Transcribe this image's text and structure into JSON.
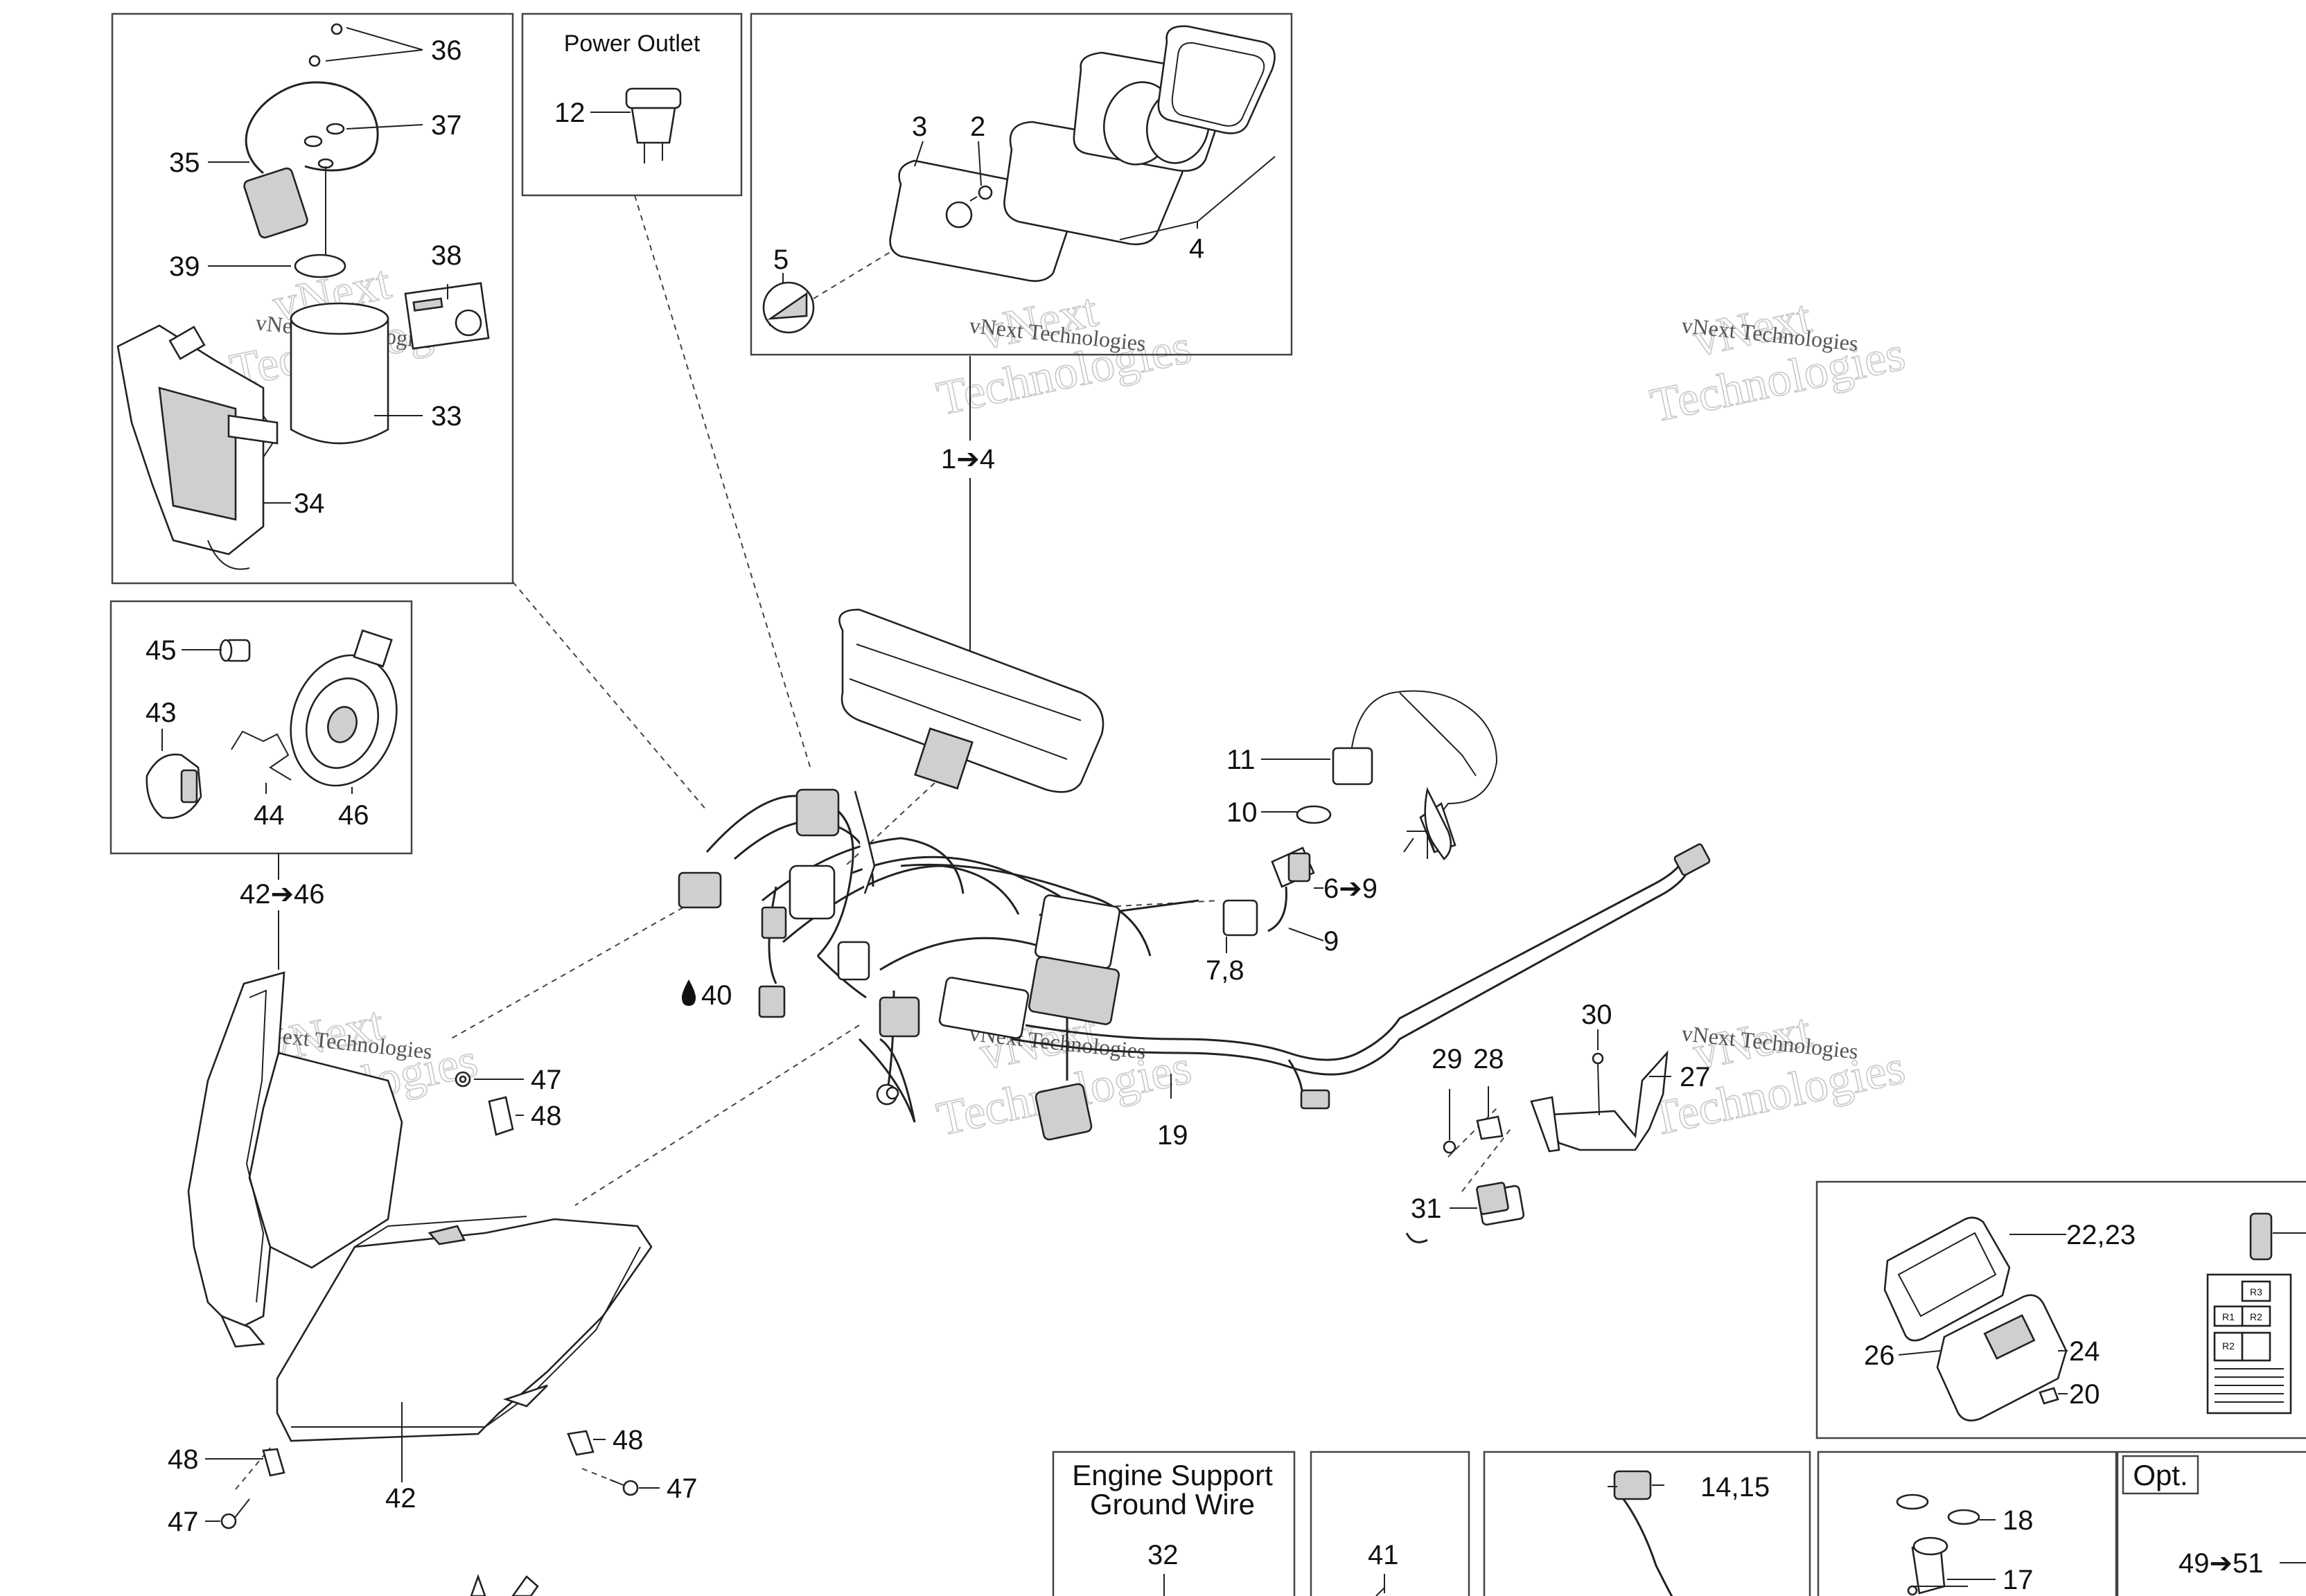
{
  "boxes": {
    "power_outlet": "Power Outlet",
    "engine_support": [
      "Engine Support",
      "Ground Wire"
    ],
    "optional": "Opt."
  },
  "watermark": {
    "line1": "vNext",
    "line2": "Technologies",
    "small": "vNext Technologies"
  },
  "callouts": {
    "c36": "36",
    "c37": "37",
    "c35": "35",
    "c39": "39",
    "c38": "38",
    "c33": "33",
    "c34": "34",
    "c12": "12",
    "c3": "3",
    "c2": "2",
    "c5": "5",
    "c4": "4",
    "c1_4": "1➔4",
    "c45": "45",
    "c43": "43",
    "c44": "44",
    "c46": "46",
    "c42_46": "42➔46",
    "c11": "11",
    "c10": "10",
    "c6_9": "6➔9",
    "c9": "9",
    "c7_8": "7,8",
    "c40": "40",
    "c47a": "47",
    "c48a": "48",
    "c30": "30",
    "c29": "29",
    "c28": "28",
    "c27": "27",
    "c19": "19",
    "c31": "31",
    "c22_23": "22,23",
    "c26": "26",
    "c24": "24",
    "c20": "20",
    "c48b": "48",
    "c48c": "48",
    "c47b": "47",
    "c47c": "47",
    "c42": "42",
    "c32": "32",
    "c41": "41",
    "c14_15": "14,15",
    "c18": "18",
    "c17": "17",
    "c49_51": "49➔51"
  },
  "fuse_panel": {
    "labels": [
      "R3",
      "R2",
      "R1",
      "R2"
    ]
  },
  "icons": {
    "oil_drop": "drop-icon"
  }
}
